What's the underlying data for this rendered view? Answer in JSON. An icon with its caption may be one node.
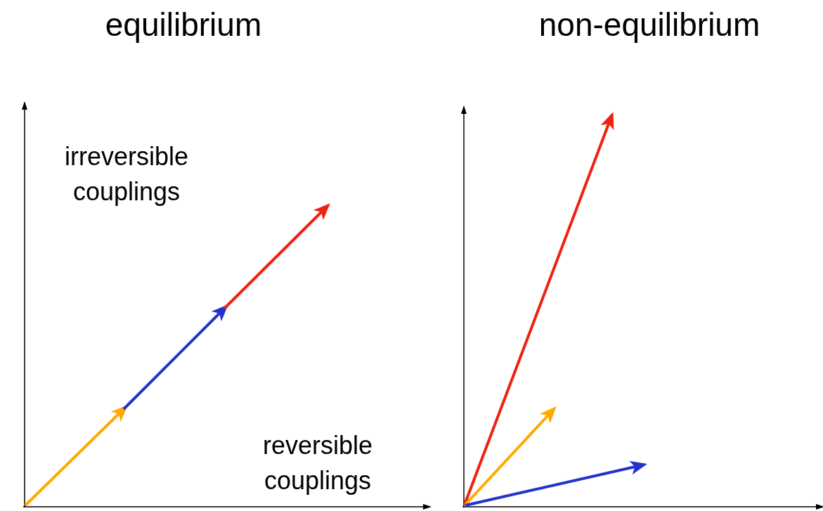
{
  "diagram": {
    "labels": [
      "equilibrium",
      "non-equilibrium",
      "irreversible couplings",
      "reversible couplings"
    ]
  }
}
